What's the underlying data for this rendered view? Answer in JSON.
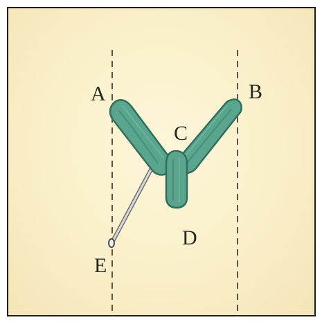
{
  "diagram": {
    "labels": {
      "a": "A",
      "b": "B",
      "c": "C",
      "d": "D",
      "e": "E"
    },
    "colors": {
      "background": "#f9efc9",
      "stitch_fill": "#5aa58e",
      "stitch_dark": "#2f6e5d",
      "guide_line": "#5a5346",
      "needle": "#c9c9c9"
    }
  }
}
